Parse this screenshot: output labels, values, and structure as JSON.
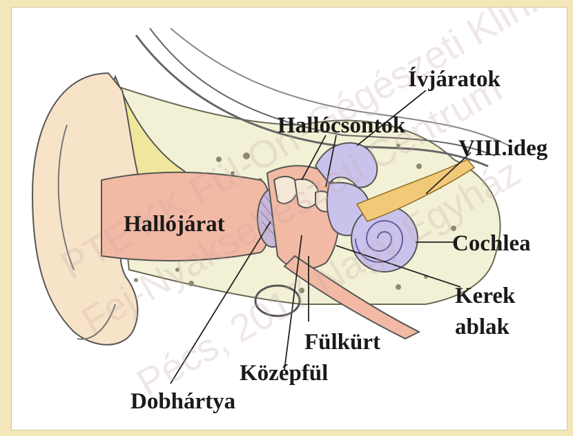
{
  "labels": {
    "ivjaratok": "Ívjáratok",
    "hallocsontok": "Hallócsontok",
    "viii_ideg": "VIII.ideg",
    "hallojarat": "Hallójárat",
    "cochlea": "Cochlea",
    "kerek": "Kerek",
    "ablak": "ablak",
    "fulkurt": "Fülkürt",
    "kozepful": "Középfül",
    "dobhartya": "Dobhártya"
  },
  "watermark": {
    "line1": "PTE KK Fül-Orr-Gégészeti Klinika",
    "line2": "Fej-Nyaksebészeti Centrum",
    "line3": "Pécs, 2017 Nagy Egyház"
  },
  "colors": {
    "frame": "#f3e6b8",
    "canal": "#f2b9a4",
    "skin": "#f7e3c8",
    "bone": "#f2f1d6",
    "fat": "#f0e79c",
    "labyrinth": "#c9c3ec",
    "nerve": "#f2c979"
  }
}
